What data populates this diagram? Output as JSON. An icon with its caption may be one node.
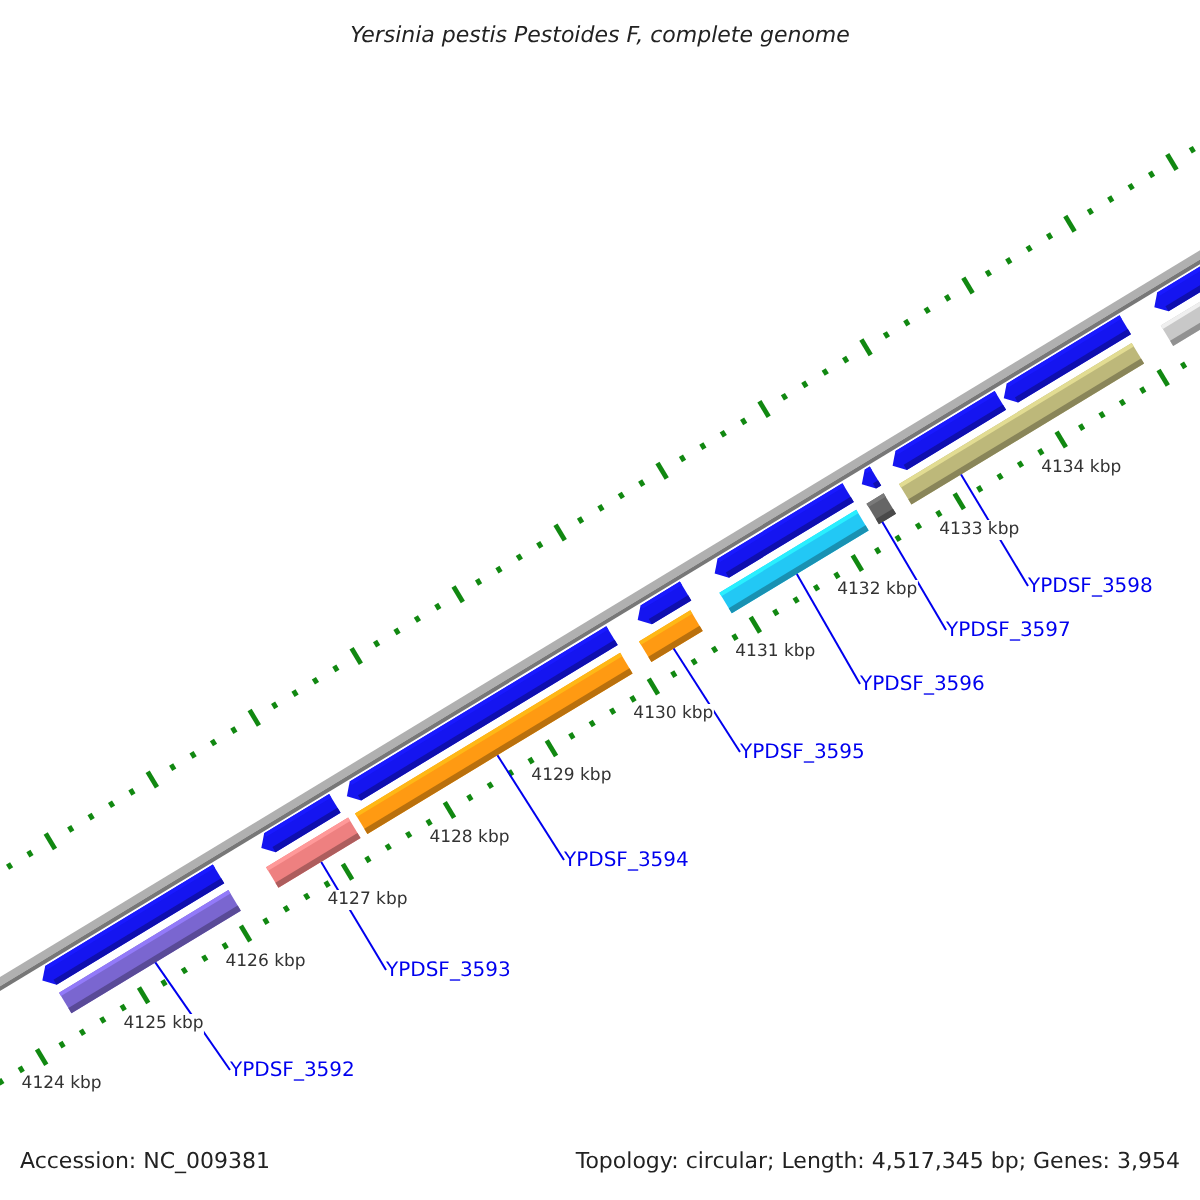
{
  "diagram": {
    "title": "Yersinia pestis Pestoides F, complete genome",
    "nodes": [
      {
        "text": [
          "YPDSF_3592"
        ]
      },
      {
        "text": [
          "YPDSF_3593"
        ]
      },
      {
        "text": [
          "YPDSF_3594"
        ]
      },
      {
        "text": [
          "YPDSF_3595"
        ]
      },
      {
        "text": [
          "YPDSF_3596"
        ]
      },
      {
        "text": [
          "YPDSF_3597"
        ]
      },
      {
        "text": [
          "YPDSF_3598"
        ]
      },
      {
        "text": [],
        "shape": "bar"
      },
      {
        "text": [],
        "shape": "bar"
      },
      {
        "text": [],
        "shape": "bar"
      },
      {
        "text": [],
        "shape": "bar"
      },
      {
        "text": [],
        "shape": "bar"
      },
      {
        "text": [],
        "shape": "bar"
      },
      {
        "text": [],
        "shape": "bar"
      }
    ],
    "edges": [
      {
        "from": 0,
        "to": 7,
        "arrow": "none"
      },
      {
        "from": 1,
        "to": 8,
        "arrow": "none"
      },
      {
        "from": 2,
        "to": 9,
        "arrow": "none"
      },
      {
        "from": 3,
        "to": 10,
        "arrow": "none"
      },
      {
        "from": 4,
        "to": 11,
        "arrow": "none"
      },
      {
        "from": 5,
        "to": 12,
        "arrow": "none"
      },
      {
        "from": 6,
        "to": 13,
        "arrow": "none"
      }
    ],
    "labels": [
      "4124 kbp",
      "4125 kbp",
      "4126 kbp",
      "4127 kbp",
      "4128 kbp",
      "4129 kbp",
      "4130 kbp",
      "4131 kbp",
      "4132 kbp",
      "4133 kbp",
      "4134 kbp",
      "Accession: NC_009381",
      "Topology: circular; Length: 4,517,345 bp; Genes: 3,954"
    ]
  }
}
